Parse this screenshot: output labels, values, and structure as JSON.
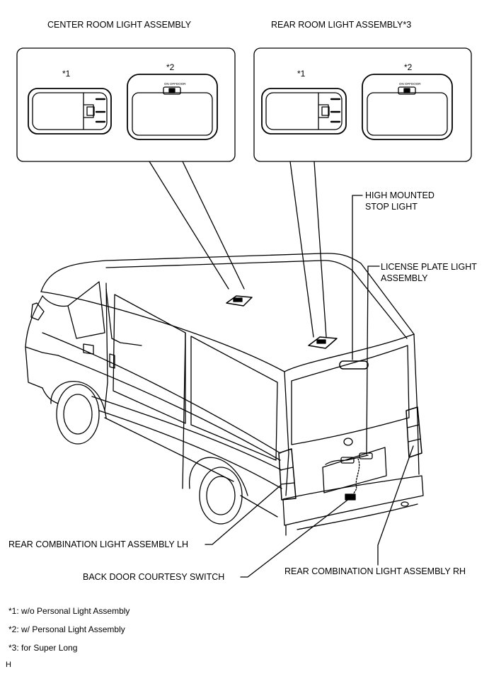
{
  "assembly_titles": {
    "center": "CENTER ROOM LIGHT ASSEMBLY",
    "rear": "REAR ROOM LIGHT ASSEMBLY*3"
  },
  "markers": {
    "m1": "*1",
    "m2": "*2"
  },
  "switch_labels": {
    "on": "ON",
    "off": "OFF",
    "door": "DOOR"
  },
  "callouts": {
    "high_mounted_line1": "HIGH MOUNTED",
    "high_mounted_line2": "STOP LIGHT",
    "license_line1": "LICENSE PLATE LIGHT",
    "license_line2": "ASSEMBLY",
    "rear_combo_lh": "REAR COMBINATION LIGHT ASSEMBLY LH",
    "back_door_switch": "BACK DOOR COURTESY SWITCH",
    "rear_combo_rh": "REAR COMBINATION LIGHT ASSEMBLY RH"
  },
  "notes": [
    "*1: w/o Personal Light Assembly",
    "*2: w/ Personal Light Assembly",
    "*3: for Super Long"
  ],
  "corner_letter": "H"
}
